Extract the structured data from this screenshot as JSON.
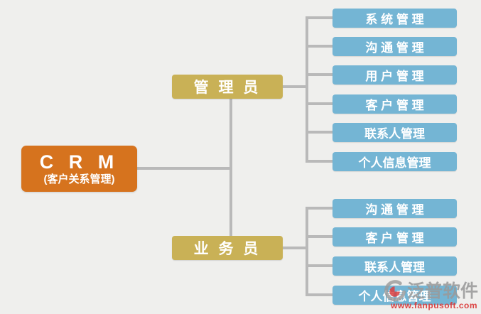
{
  "diagram": {
    "root": {
      "title": "C R M",
      "subtitle": "(客户关系管理)"
    },
    "branches": [
      {
        "label": "管 理 员",
        "items": [
          "系 统 管 理",
          "沟 通 管 理",
          "用 户 管 理",
          "客 户 管 理",
          "联系人管理",
          "个人信息管理"
        ]
      },
      {
        "label": "业 务 员",
        "items": [
          "沟 通 管 理",
          "客 户 管 理",
          "联系人管理",
          "个人信息管理"
        ]
      }
    ],
    "colors": {
      "background": "#efefed",
      "root_node": "#d6731e",
      "role_node": "#c9b156",
      "module_node": "#74b5d4",
      "connector": "#b9b9b9",
      "node_text": "#ffffff",
      "watermark_gray": "#9a9a9a",
      "watermark_red": "#dc3c3c"
    }
  },
  "watermark": {
    "brand": "泛普软件",
    "url": "www.fanpusoft.com",
    "logo": "swirl-logo-icon"
  }
}
